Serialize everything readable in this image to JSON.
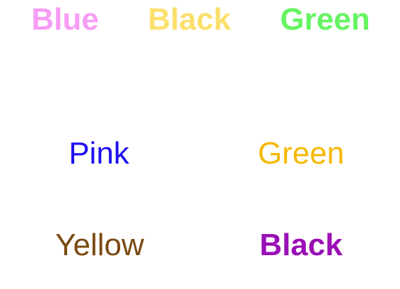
{
  "words": [
    {
      "text": "Blue",
      "color": "#F79CF5"
    },
    {
      "text": "Black",
      "color": "#FCE06C"
    },
    {
      "text": "Green",
      "color": "#66F462"
    },
    {
      "text": "Pink",
      "color": "#1E0EF0"
    },
    {
      "text": "Green",
      "color": "#F5B800"
    },
    {
      "text": "Yellow",
      "color": "#7A4A12"
    },
    {
      "text": "Black",
      "color": "#9A0FB5"
    }
  ]
}
